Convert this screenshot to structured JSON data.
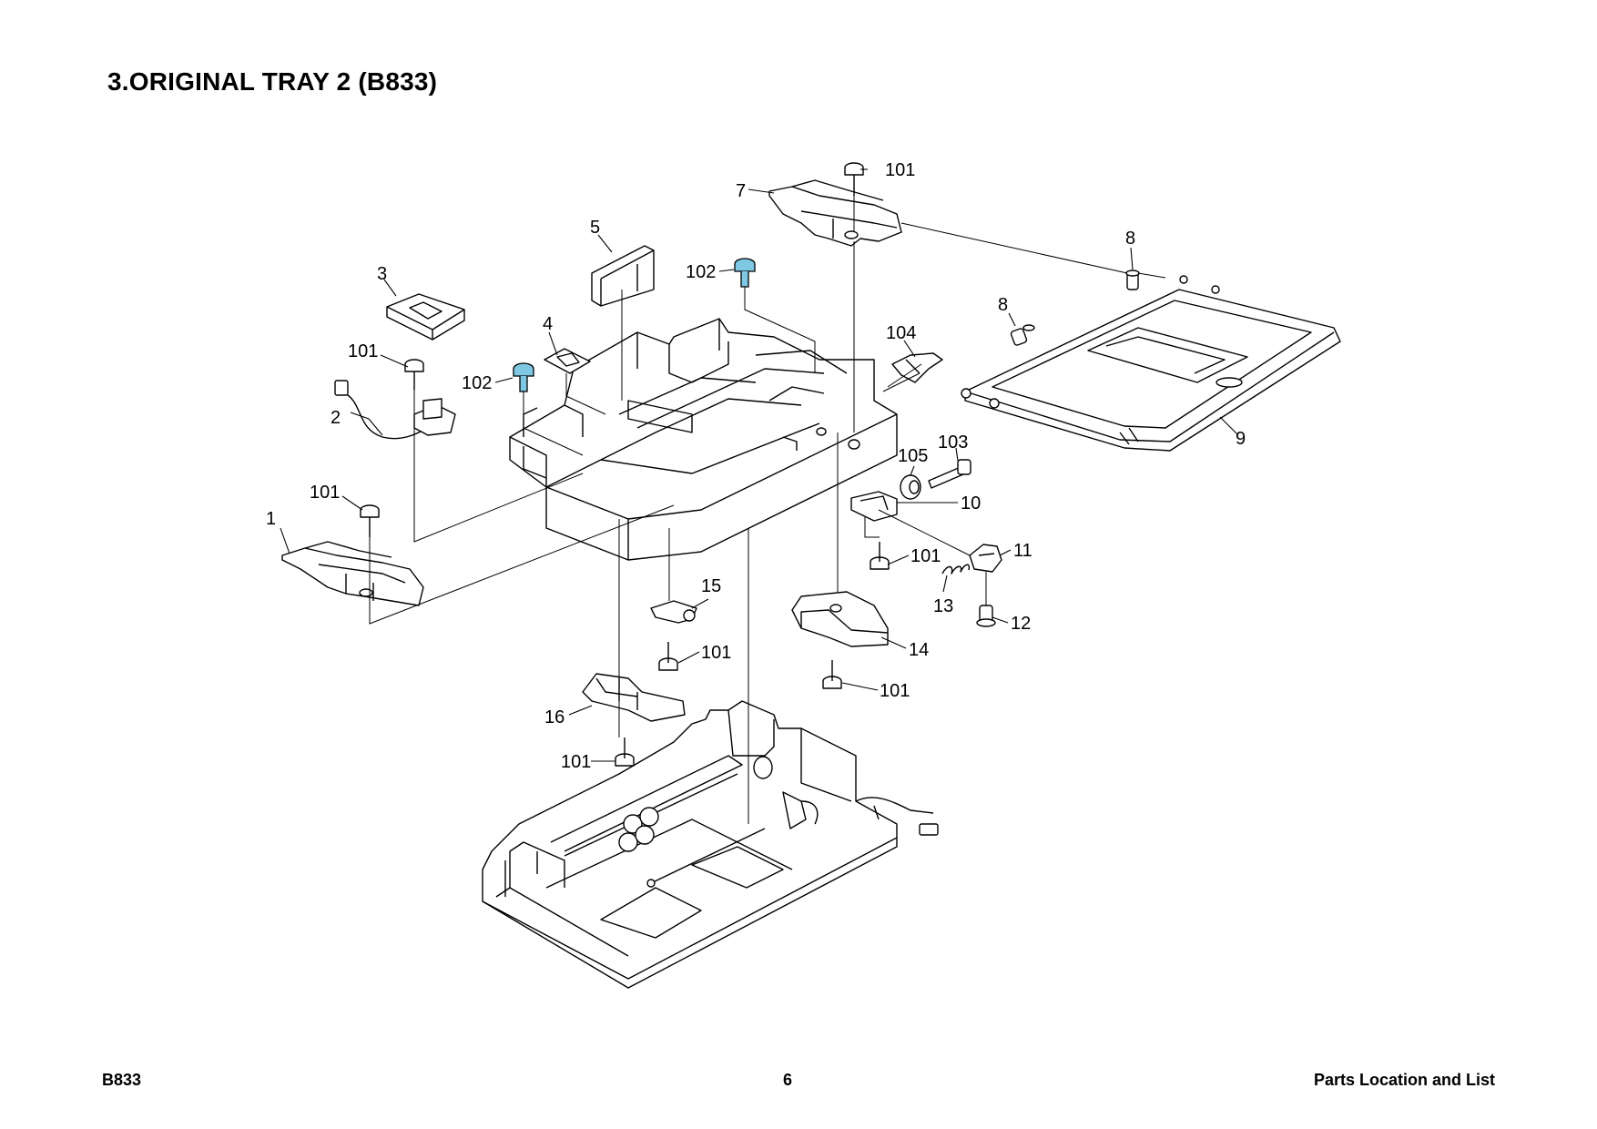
{
  "page": {
    "title": "3.ORIGINAL TRAY 2 (B833)"
  },
  "footer": {
    "model": "B833",
    "page_number": "6",
    "section": "Parts Location and List"
  },
  "callouts": {
    "c1": "1",
    "c2": "2",
    "c3": "3",
    "c4": "4",
    "c5": "5",
    "c7": "7",
    "c8a": "8",
    "c8b": "8",
    "c9": "9",
    "c10": "10",
    "c11": "11",
    "c12": "12",
    "c13": "13",
    "c14": "14",
    "c15": "15",
    "c16": "16",
    "c101a": "101",
    "c101b": "101",
    "c101c": "101",
    "c101d": "101",
    "c101e": "101",
    "c101f": "101",
    "c101g": "101",
    "c102a": "102",
    "c102b": "102",
    "c103": "103",
    "c104": "104",
    "c105": "105"
  },
  "colors": {
    "highlight_screw": "#7ec8e3"
  }
}
